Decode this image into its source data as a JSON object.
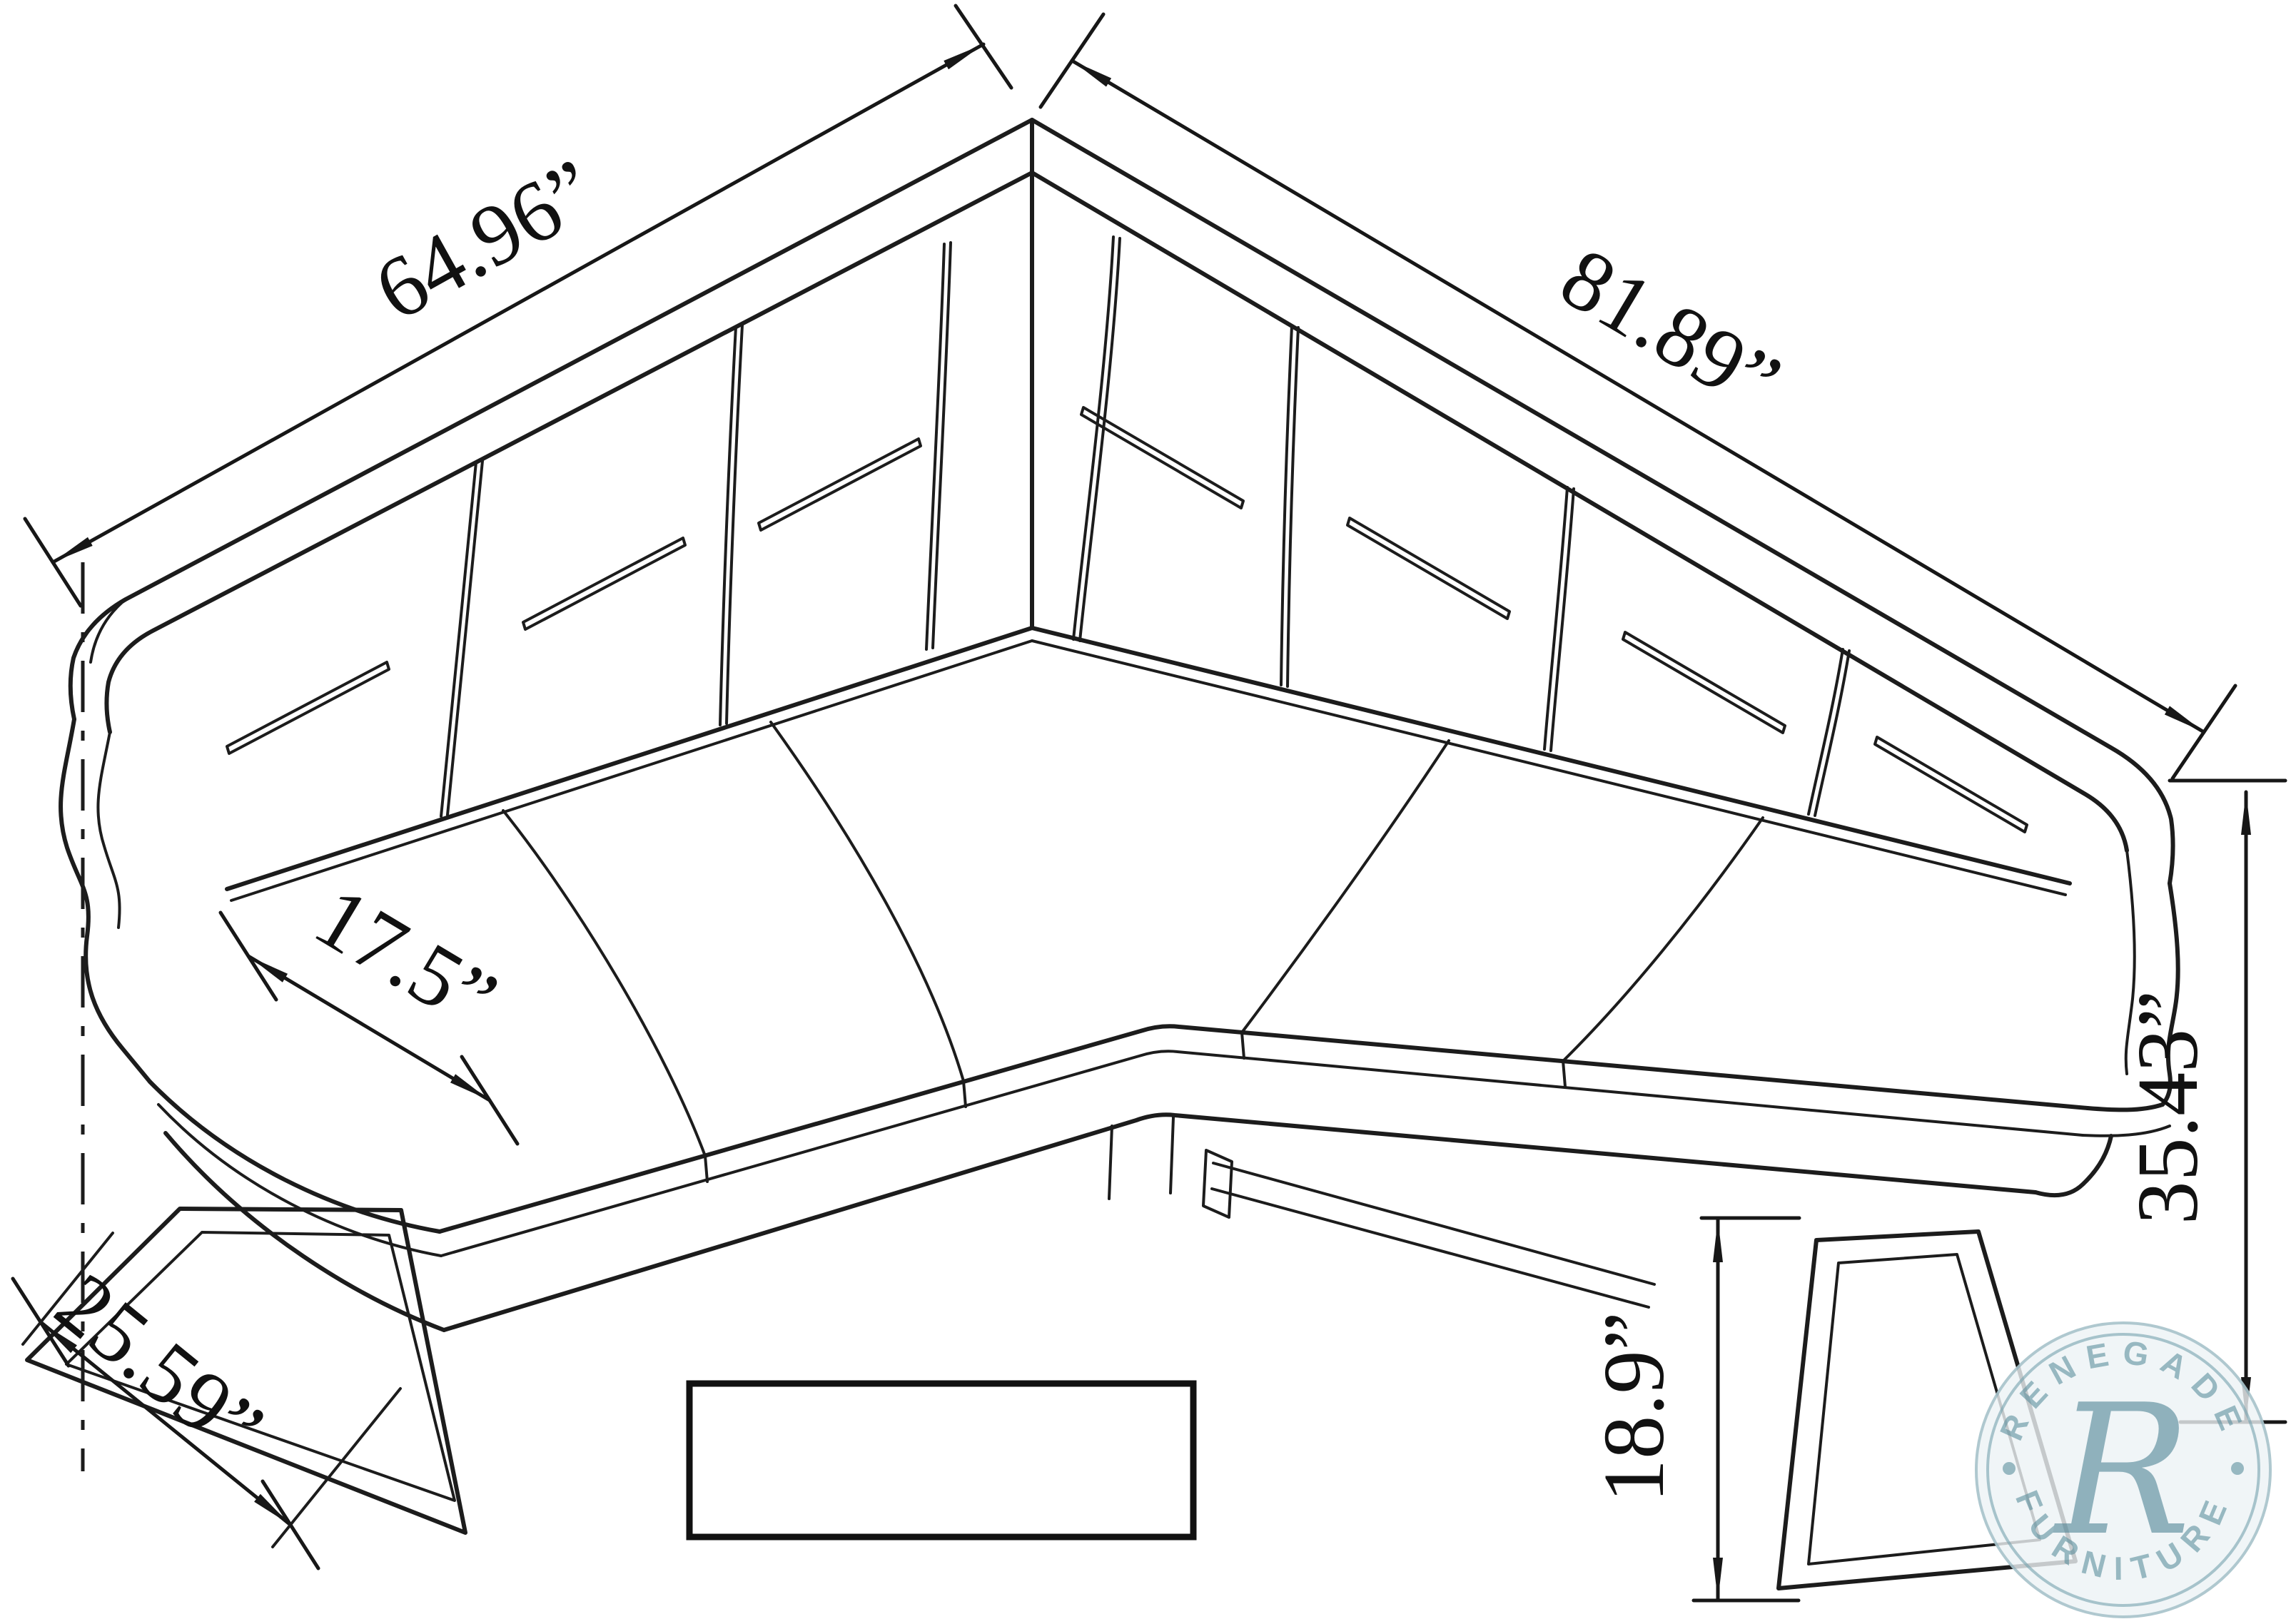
{
  "diagram": {
    "type": "furniture-dimension-drawing",
    "subject": "L-shaped corner nook bench, isometric line drawing",
    "dimensions": {
      "left_wing_width": "64.96”",
      "right_wing_width": "81.89”",
      "seat_depth": "17.5”",
      "base_depth": "25.59”",
      "overall_height": "35.43”",
      "seat_height": "18.9”"
    },
    "label_box_text": "",
    "watermark": {
      "top_text": "RENEGADE",
      "monogram": "R",
      "bottom_text": "FURNITURE",
      "accent_color": "#8fb2bc",
      "badge_fill": "#edf3f5"
    },
    "colors": {
      "line": "#1c1c1c",
      "background": "#ffffff"
    }
  }
}
